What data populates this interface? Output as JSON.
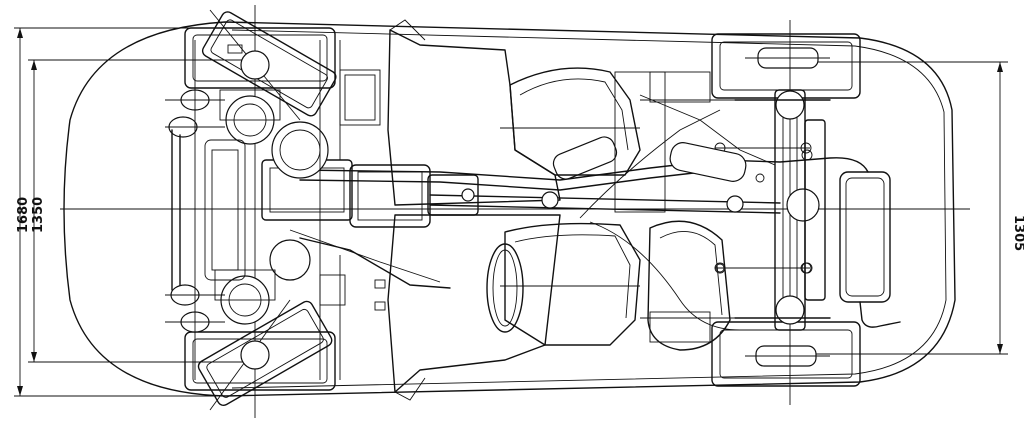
{
  "dimensions": {
    "track_front_inner": "1350",
    "body_width": "1680",
    "track_rear": "1305"
  }
}
